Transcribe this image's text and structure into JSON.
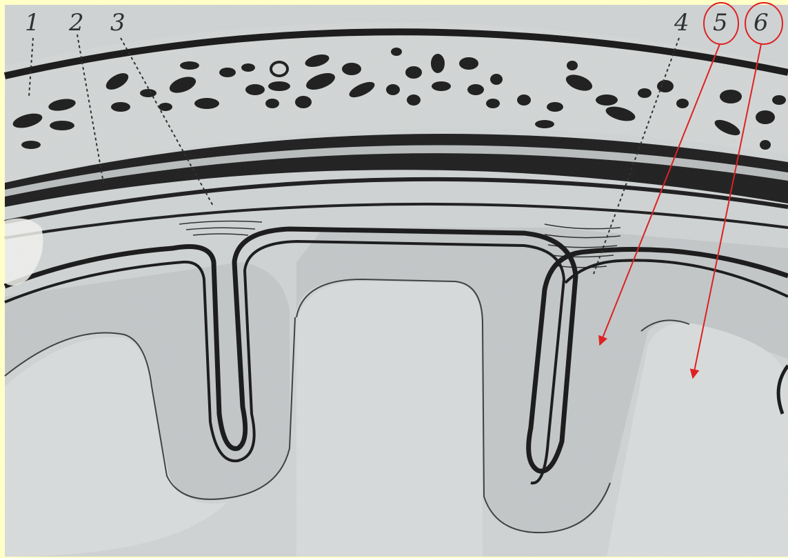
{
  "figure": {
    "labels": [
      "1",
      "2",
      "3",
      "4",
      "5",
      "6"
    ],
    "highlighted_labels": [
      "5",
      "6"
    ],
    "colors": {
      "background": "#ffffc8",
      "paper": "#cfd3d4",
      "gyrus": "#d6d9d9",
      "sulcus_area": "#c3c7c8",
      "ink": "#1a1a1a",
      "accent_red": "#e01818"
    }
  }
}
